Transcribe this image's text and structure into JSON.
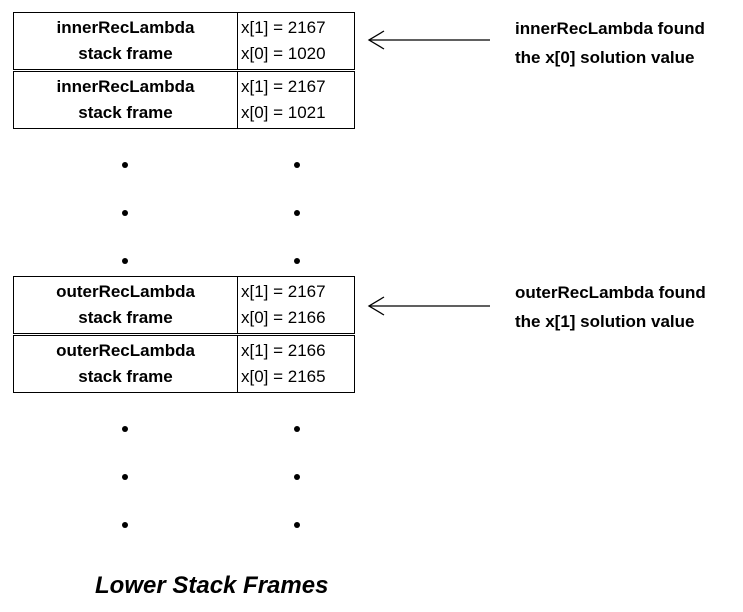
{
  "frames": [
    {
      "func": "innerRecLambda",
      "sub": "stack frame",
      "x1": "x[1] = 2167",
      "x0": "x[0] = 1020"
    },
    {
      "func": "innerRecLambda",
      "sub": "stack frame",
      "x1": "x[1] = 2167",
      "x0": "x[0] = 1021"
    },
    {
      "func": "outerRecLambda",
      "sub": "stack frame",
      "x1": "x[1] = 2167",
      "x0": "x[0] = 2166"
    },
    {
      "func": "outerRecLambda",
      "sub": "stack frame",
      "x1": "x[1] = 2166",
      "x0": "x[0] = 2165"
    }
  ],
  "notes": [
    {
      "line1": "innerRecLambda found",
      "line2": "the x[0] solution value"
    },
    {
      "line1": "outerRecLambda found",
      "line2": "the x[1] solution value"
    }
  ],
  "caption": "Lower Stack Frames"
}
